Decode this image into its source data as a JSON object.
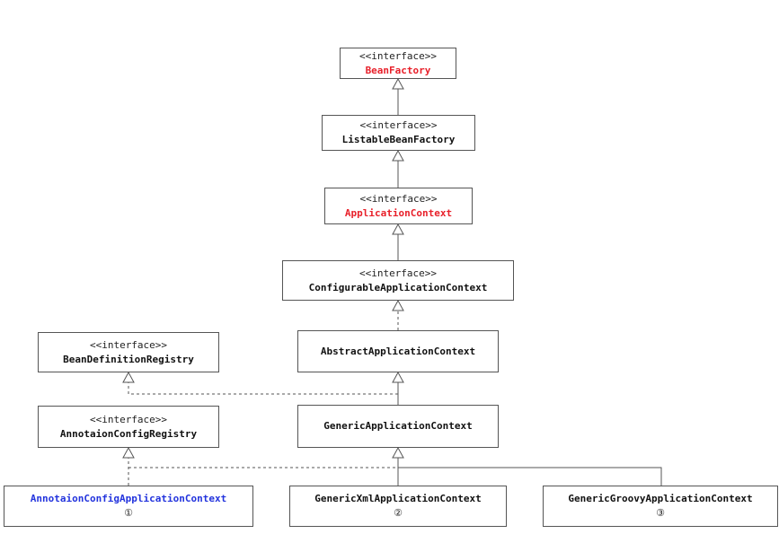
{
  "nodes": {
    "bean_factory": {
      "stereotype": "<<interface>>",
      "name": "BeanFactory"
    },
    "listable_bean_factory": {
      "stereotype": "<<interface>>",
      "name": "ListableBeanFactory"
    },
    "application_context": {
      "stereotype": "<<interface>>",
      "name": "ApplicationContext"
    },
    "configurable_application_context": {
      "stereotype": "<<interface>>",
      "name": "ConfigurableApplicationContext"
    },
    "abstract_application_context": {
      "name": "AbstractApplicationContext"
    },
    "bean_definition_registry": {
      "stereotype": "<<interface>>",
      "name": "BeanDefinitionRegistry"
    },
    "annotation_config_registry": {
      "stereotype": "<<interface>>",
      "name": "AnnotaionConfigRegistry"
    },
    "generic_application_context": {
      "name": "GenericApplicationContext"
    },
    "annotation_config_application_context": {
      "name": "AnnotaionConfigApplicationContext",
      "number": "①"
    },
    "generic_xml_application_context": {
      "name": "GenericXmlApplicationContext",
      "number": "②"
    },
    "generic_groovy_application_context": {
      "name": "GenericGroovyApplicationContext",
      "number": "③"
    }
  },
  "colors": {
    "highlight_red": "#e8202a",
    "highlight_blue": "#2233dd",
    "line": "#555555"
  }
}
